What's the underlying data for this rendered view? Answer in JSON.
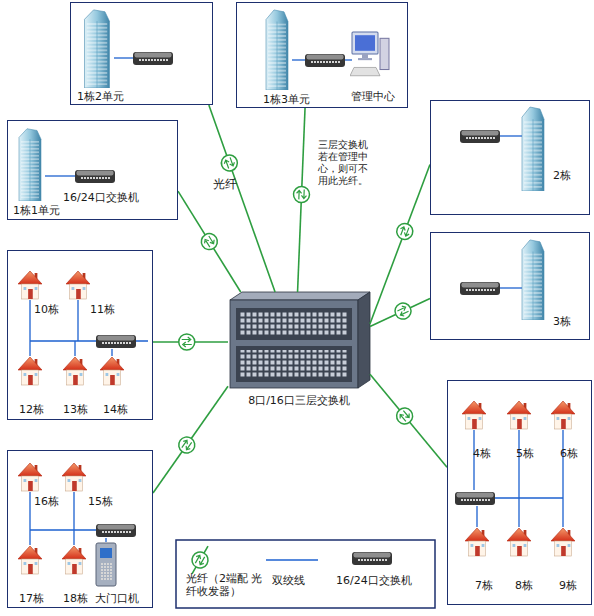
{
  "diagram": {
    "nodes": [
      {
        "text": [
          "1栋2单元"
        ]
      },
      {
        "text": [
          "1栋3单元",
          "管理中心"
        ]
      },
      {
        "text": [
          "2栋"
        ]
      },
      {
        "text": [
          "1栋1单元",
          "16/24口交换机"
        ]
      },
      {
        "text": [
          "3栋"
        ]
      },
      {
        "text": [
          "10栋",
          "11栋",
          "12栋",
          "13栋",
          "14栋"
        ]
      },
      {
        "text": [
          "8口/16口三层交换机"
        ]
      },
      {
        "text": [
          "4栋",
          "5栋",
          "6栋",
          "7栋",
          "8栋",
          "9栋"
        ]
      },
      {
        "text": [
          "16栋",
          "15栋",
          "17栋",
          "18栋",
          "大门口机"
        ]
      }
    ],
    "edges": [
      {
        "from": 6,
        "to": 0,
        "arrow": "none",
        "label": "光纤"
      },
      {
        "from": 6,
        "to": 1,
        "arrow": "none",
        "label": "三层交换机 若在管理中 心，则可不 用此光纤。"
      },
      {
        "from": 6,
        "to": 2,
        "arrow": "none"
      },
      {
        "from": 6,
        "to": 3,
        "arrow": "none"
      },
      {
        "from": 6,
        "to": 4,
        "arrow": "none"
      },
      {
        "from": 6,
        "to": 5,
        "arrow": "none"
      },
      {
        "from": 6,
        "to": 7,
        "arrow": "none"
      },
      {
        "from": 6,
        "to": 8,
        "arrow": "none"
      }
    ],
    "legend": [
      {
        "text": "光纤（2端配 光纤收发器）"
      },
      {
        "text": "双绞线"
      },
      {
        "text": "16/24口交换机"
      }
    ]
  }
}
